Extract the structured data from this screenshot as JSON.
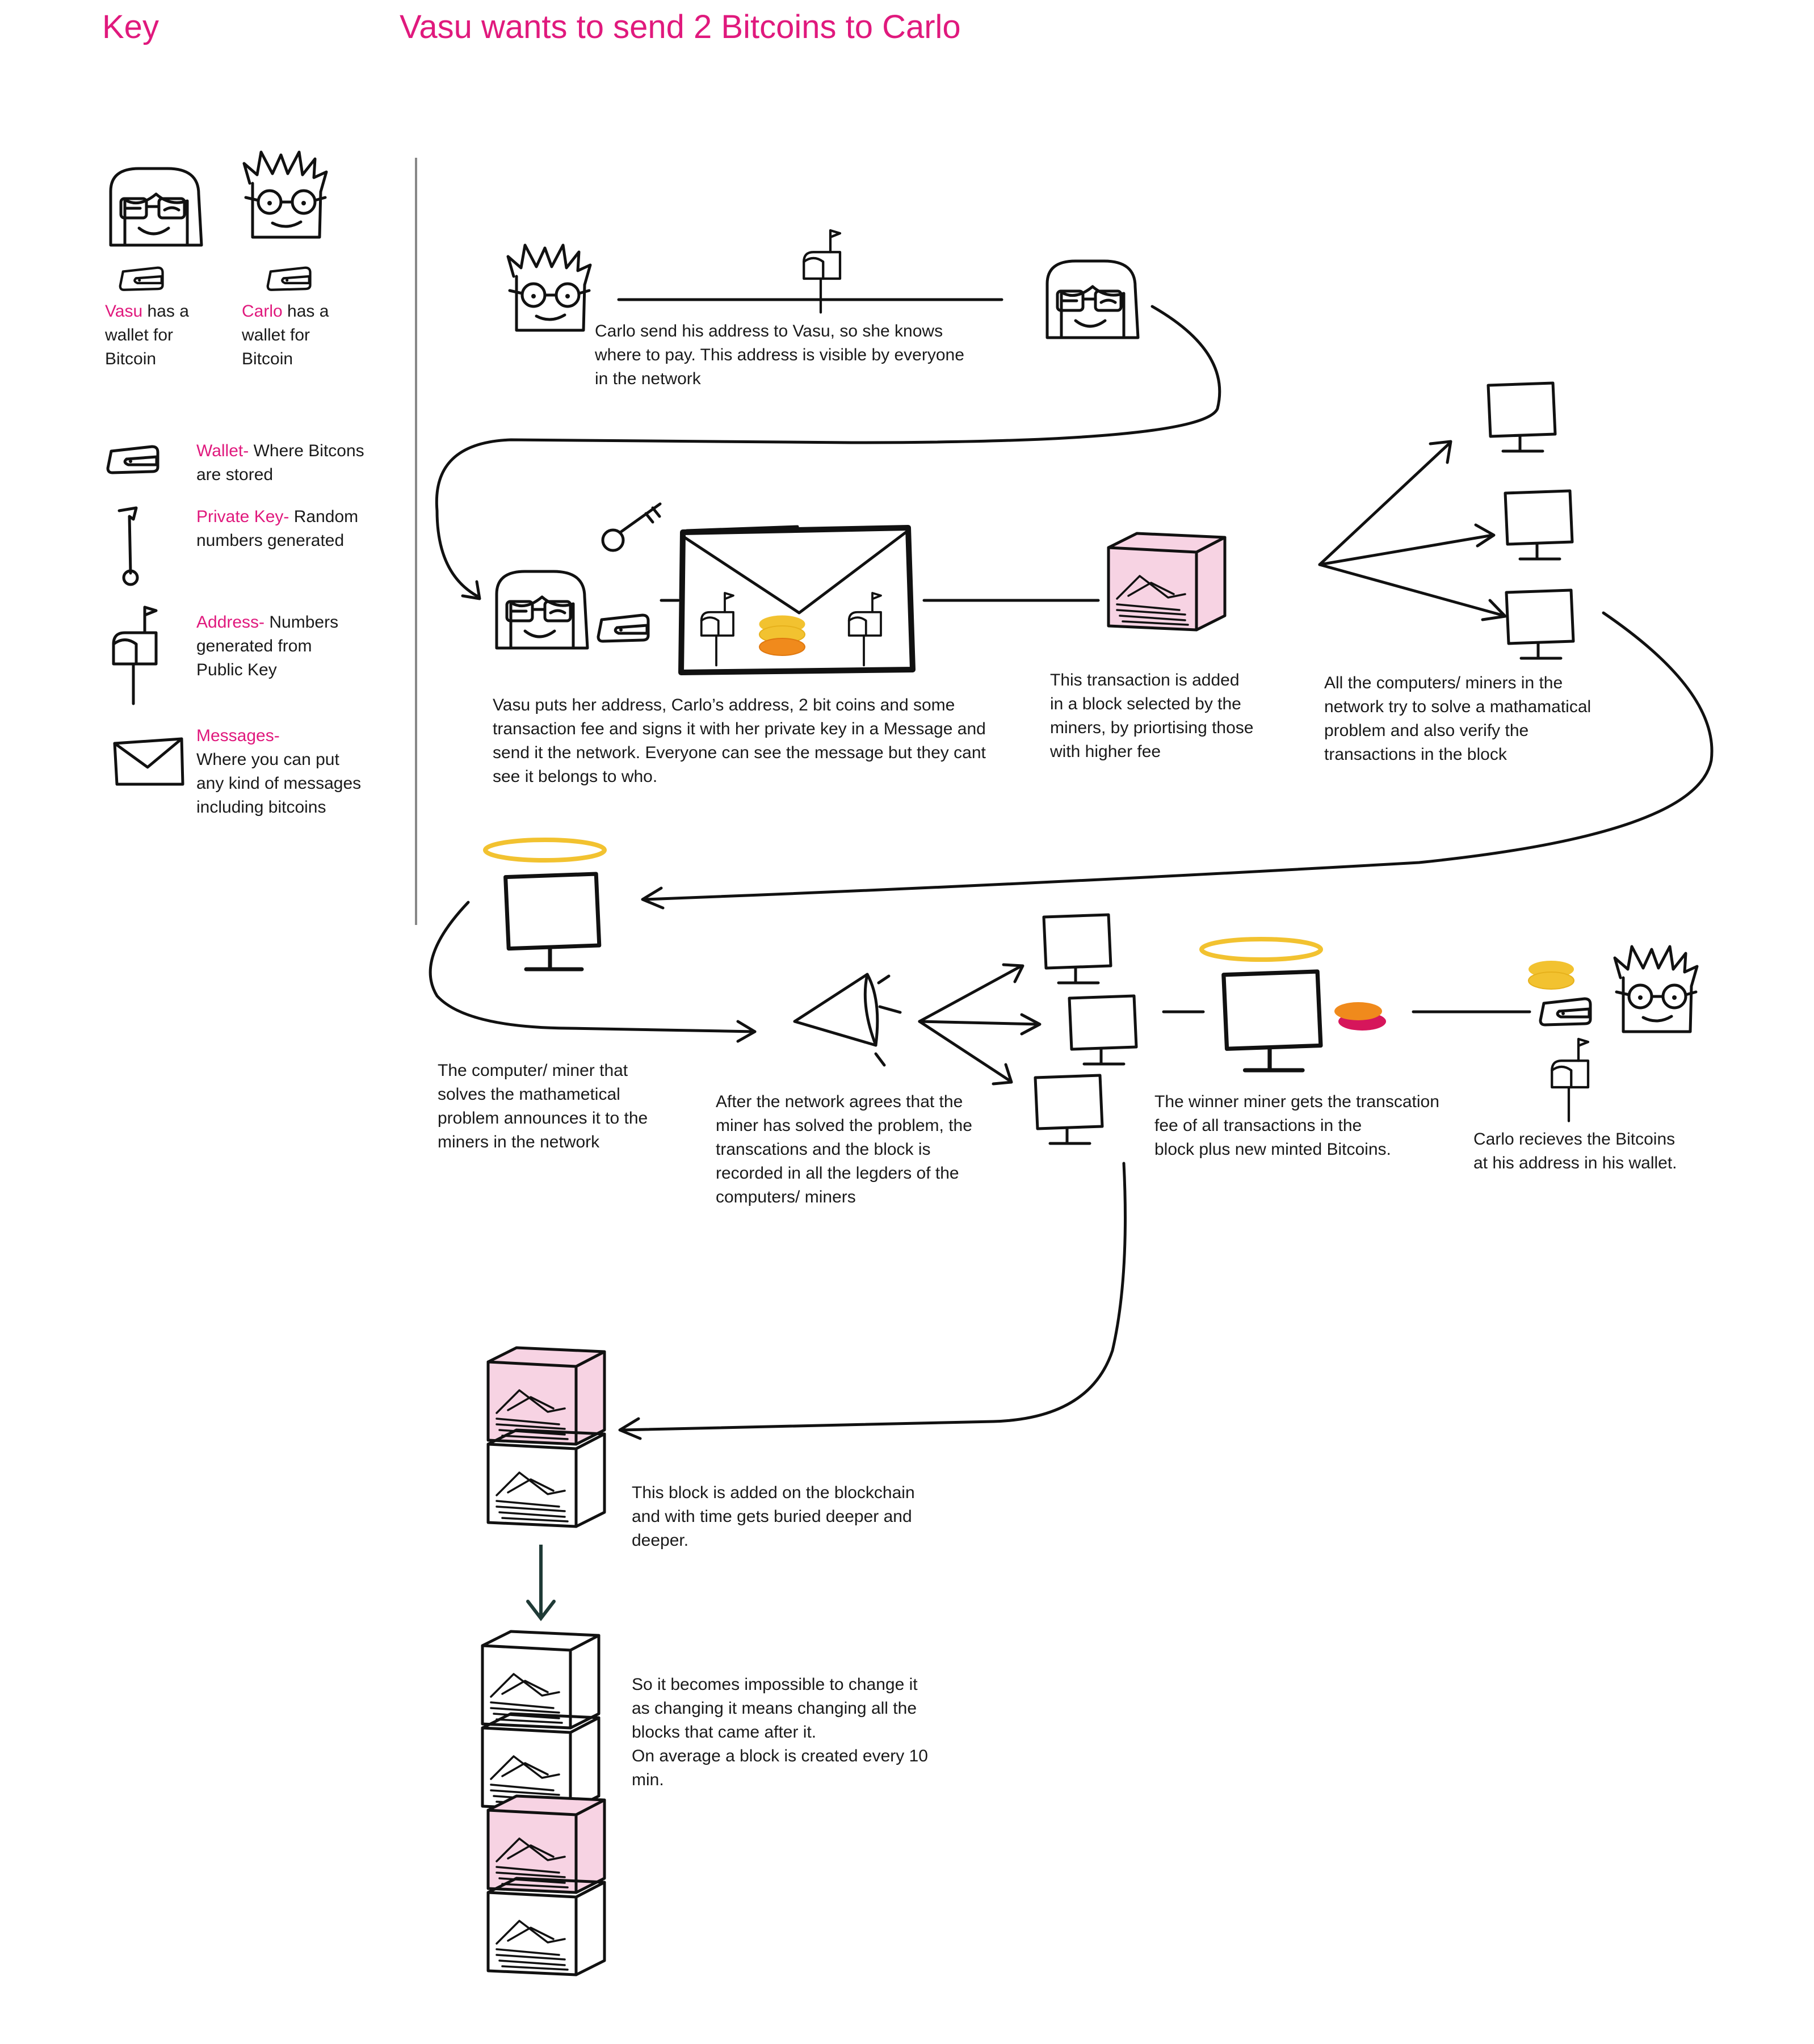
{
  "header": {
    "key_label": "Key",
    "title": "Vasu wants to send 2 Bitcoins to Carlo"
  },
  "key": {
    "vasu": {
      "name": "Vasu",
      "rest": " has a\nwallet for\nBitcoin"
    },
    "carlo": {
      "name": "Carlo",
      "rest": " has a\nwallet for\nBitcoin"
    },
    "wallet": {
      "term": "Wallet-",
      "desc": "  Where Bitcons\nare stored"
    },
    "private_key": {
      "term": "Private Key-",
      "desc": " Random\nnumbers generated"
    },
    "address": {
      "term": "Address-",
      "desc": "  Numbers\ngenerated from\nPublic Key"
    },
    "messages": {
      "term": "Messages-",
      "desc": "\nWhere you can put\nany kind of messages\nincluding bitcoins"
    }
  },
  "steps": {
    "s1": "Carlo send his address to Vasu, so she knows\nwhere to pay. This address is visible by everyone\nin the network",
    "s2": "Vasu puts her address, Carlo’s address, 2 bit coins and some\ntransaction fee and signs it with her private key in a Message and\nsend it the network. Everyone can see the message but they cant\nsee it belongs to who.",
    "s3": "This transaction is added\nin a block selected by the\nminers, by priortising those\nwith higher fee",
    "s4": "All the computers/ miners in the\nnetwork try to solve a mathamatical\nproblem and also verify the\ntransactions in the block",
    "s5": "The computer/ miner that\nsolves the mathametical\nproblem announces it to the\nminers in the network",
    "s6": "After the network agrees that the\nminer has solved the problem, the\ntranscations and the block is\nrecorded in all the legders of the\ncomputers/ miners",
    "s7": "The winner miner gets the transcation\nfee of all transactions in the\nblock plus new minted Bitcoins.",
    "s8": "Carlo recieves the Bitcoins\nat his address in his wallet.",
    "s9": "This block is added on the blockchain\nand with time gets buried deeper and\ndeeper.",
    "s10": "So it becomes impossible to change it\nas changing it means changing all the\nblocks that came after it.\nOn average a block is created every 10\nmin."
  },
  "colors": {
    "accent_pink": "#e0197d",
    "coin_yellow": "#f2c230",
    "coin_orange": "#f08a1c",
    "coin_red": "#d6165b",
    "block_fill": "#f7d3e3",
    "halo": "#f2c230"
  },
  "icons": [
    "vasu-face-icon",
    "carlo-face-icon",
    "wallet-icon",
    "private-key-icon",
    "mailbox-icon",
    "envelope-icon",
    "block-cube-icon",
    "monitor-icon",
    "halo-icon",
    "megaphone-icon",
    "coin-icon"
  ]
}
